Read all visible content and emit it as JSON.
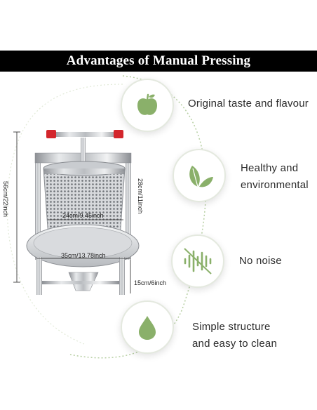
{
  "banner": {
    "title": "Advantages of Manual Pressing"
  },
  "features": [
    {
      "icon": "apple-icon",
      "line1": "Original taste and flavour",
      "line2": ""
    },
    {
      "icon": "leaves-icon",
      "line1": "Healthy and",
      "line2": "environmental"
    },
    {
      "icon": "no-noise-icon",
      "line1": "No noise",
      "line2": ""
    },
    {
      "icon": "water-drop-icon",
      "line1": "Simple structure",
      "line2": "and easy to clean"
    }
  ],
  "dimensions": {
    "total_height": "56cm/22inch",
    "basket_height": "28cm/11inch",
    "basket_diameter": "24cm/9.45inch",
    "tray_diameter": "35cm/13.78inch",
    "leg_height": "15cm/6inch"
  },
  "colors": {
    "accent_green": "#8ab06a",
    "handle_red": "#d3262c",
    "banner": "#000000"
  }
}
